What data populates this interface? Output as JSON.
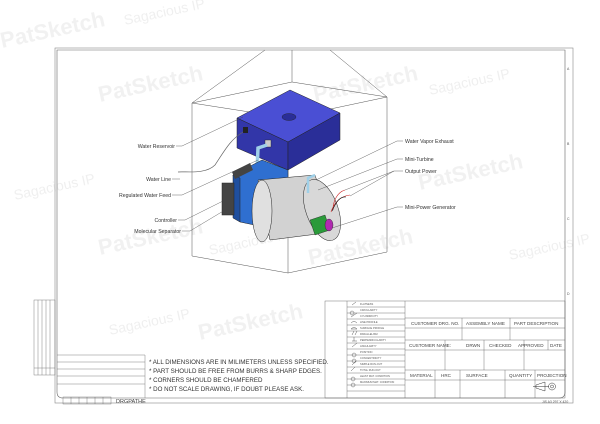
{
  "callouts_left": [
    "Water Reservoir",
    "Water Line",
    "Regulated Water Feed",
    "Controller",
    "Molecular Separator"
  ],
  "callouts_right": [
    "Water Vapor Exhaust",
    "Mini-Turbine",
    "Output Power",
    "Mini-Power Generator"
  ],
  "notes": [
    "* ALL DIMENSIONS ARE IN MILIMETERS UNLESS SPECIFIED.",
    "* PART SHOULD BE FREE FROM BURRS & SHARP EDGES.",
    "* CORNERS SHOULD BE CHAMFERED",
    "* DO NOT SCALE DRAWING, IF DOUBT PLEASE ASK."
  ],
  "gdt_symbols": [
    "FLATNESS",
    "CIRCULARITY",
    "CYLINDRICITY",
    "LINE PROFILE",
    "SURFACE PROFILE",
    "PARALLELISM",
    "PERPENDICULARITY",
    "ANGULARITY",
    "POSITION",
    "CONCENTRICITY",
    "SIMPLE RUN-OUT",
    "TOTAL RUN-OUT",
    "LEAST MAT. CONDITION",
    "MAXIMUM MAT. CONDITION"
  ],
  "title_block": {
    "row1": [
      "CUSTOMER DRG. NO.",
      "ASSEMBLY NAME",
      "PART DESCRIPTION"
    ],
    "row2": [
      "CUSTOMER NAME:",
      "DRWN",
      "CHECKED",
      "APPROVED",
      "DATE"
    ],
    "row3": [
      "MATERIAL",
      "HRC",
      "SURFACE",
      "QUANTITY",
      "PROJECTION"
    ],
    "sheet": "JIS A3 297 X 420"
  },
  "drg_path": "DRGPATHE",
  "zone_letters": [
    "A",
    "B",
    "C",
    "D"
  ],
  "watermarks": [
    "PatSketch",
    "Sagacious IP"
  ],
  "colors": {
    "reservoir": "#3b3fc0",
    "separator": "#2f6fd0",
    "turbine": "#cfcfcf",
    "generator": "#2a9a3a",
    "generator_cap": "#b02ab0"
  }
}
